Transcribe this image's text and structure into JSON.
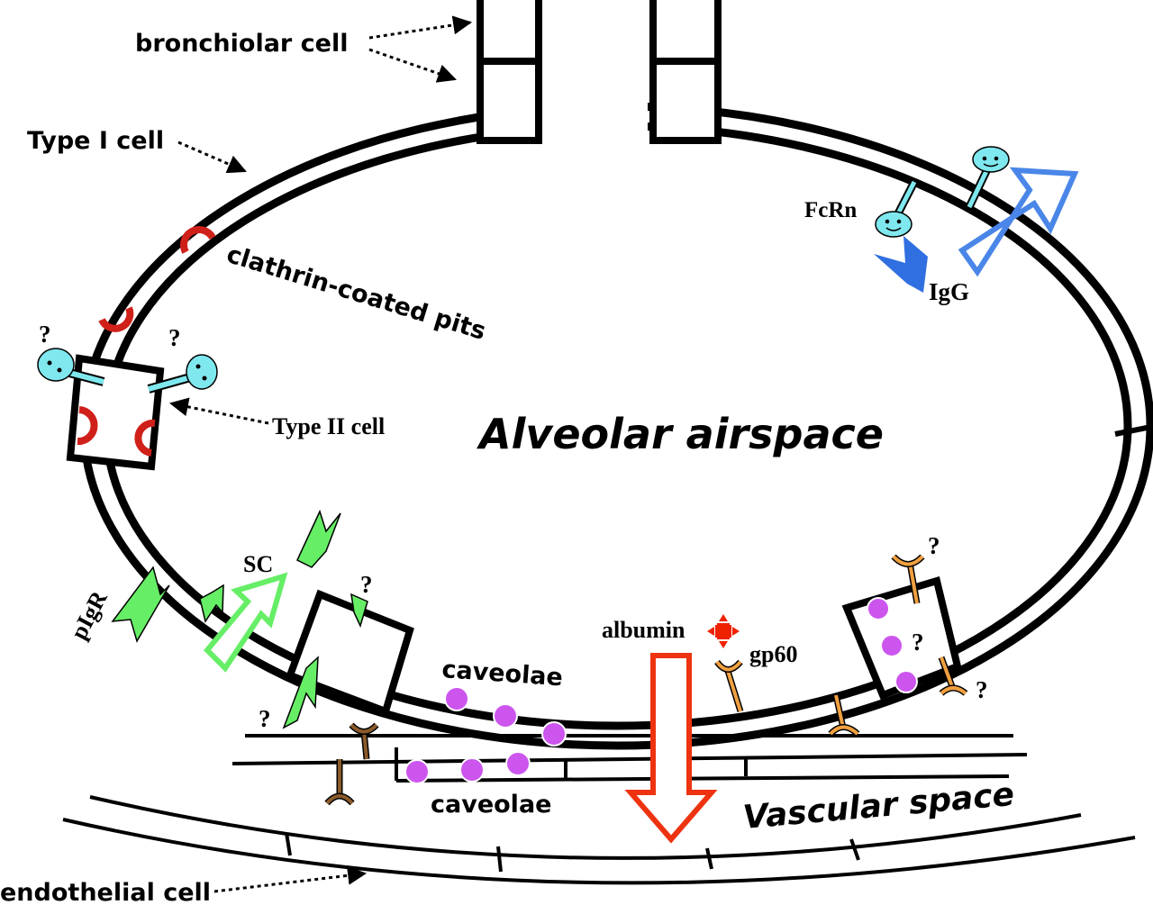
{
  "labels": {
    "bronchiolar_cell": "bronchiolar cell",
    "type_i_cell": "Type I cell",
    "clathrin_coated_pits": "clathrin-coated pits",
    "type_ii_cell": "Type II cell",
    "alveolar_airspace": "Alveolar airspace",
    "fcrn": "FcRn",
    "igg": "IgG",
    "sc": "SC",
    "pigr": "pIgR",
    "albumin": "albumin",
    "gp60": "gp60",
    "caveolae_upper": "caveolae",
    "caveolae_lower": "caveolae",
    "vascular_space": "Vascular space",
    "endothelial_cell": "endothelial cell",
    "question_mark": "?"
  },
  "colors": {
    "outline": "#000000",
    "clathrin_pit": "#d0201a",
    "receptor_cyan": "#7fe8ee",
    "igg_blue": "#2f6fe0",
    "igg_arrow": "#4a86e8",
    "pigr_green": "#66ee66",
    "sc_arrow": "#66ee66",
    "albumin_red": "#ee2200",
    "albumin_arrow": "#ee3311",
    "caveolae_purple": "#cc55ee",
    "gp60_orange": "#f0a040",
    "receptor_brown": "#8a5a2a"
  }
}
